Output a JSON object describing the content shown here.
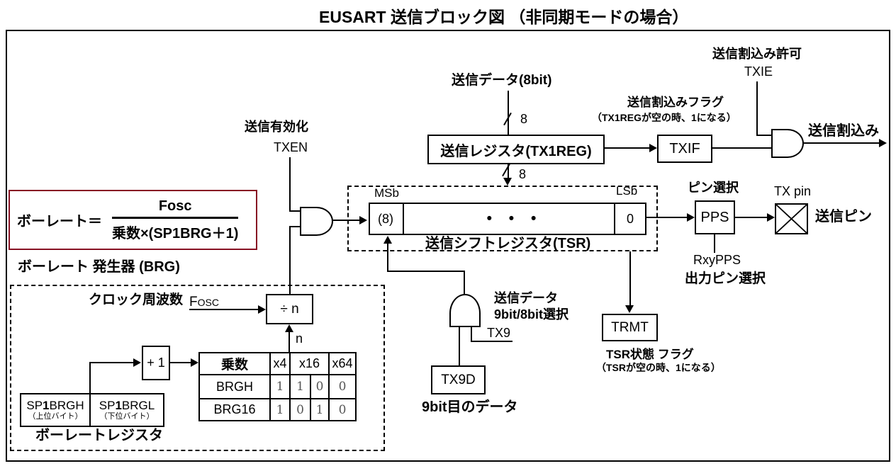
{
  "title": "EUSART 送信ブロック図 （非同期モードの場合）",
  "colors": {
    "formula_border": "#871223",
    "line": "#000000"
  },
  "tx_data": {
    "label": "送信データ(8bit)",
    "bus_top": "8",
    "bus_bottom": "8"
  },
  "txreg": {
    "label": "送信レジスタ(TX1REG)"
  },
  "enable": {
    "title": "送信有効化",
    "signal": "TXEN"
  },
  "interrupt": {
    "flag_title": "送信割込みフラグ",
    "flag_note": "（TX1REGが空の時、1になる）",
    "txif": "TXIF",
    "enable_title": "送信割込み許可",
    "txie": "TXIE",
    "output": "送信割込み"
  },
  "tsr": {
    "msb": "MSb",
    "lsb": "LSb",
    "cell8": "(8)",
    "dots": "• • •",
    "cell0": "0",
    "label": "送信シフトレジスタ(TSR)"
  },
  "pin": {
    "select_title": "ピン選択",
    "pps": "PPS",
    "txpin": "TX pin",
    "label": "送信ピン",
    "rxypps": "RxyPPS",
    "out_select": "出力ピン選択"
  },
  "trmt": {
    "box": "TRMT",
    "title": "TSR状態 フラグ",
    "note": "（TSRが空の時、1になる）"
  },
  "ninth": {
    "line1": "送信データ",
    "line2": "9bit/8bit選択",
    "tx9": "TX9",
    "tx9d": "TX9D",
    "caption": "9bit目のデータ"
  },
  "formula": {
    "lhs": "ボーレート＝",
    "num": "Fosc",
    "den": "乗数×(SP1BRG＋1)"
  },
  "brg": {
    "title": "ボーレート 発生器 (BRG)",
    "clock": "クロック周波数",
    "fosc_f": "F",
    "fosc_sub": "OSC",
    "divn": "÷ n",
    "n": "n",
    "plus1": "+ 1",
    "table": {
      "h_mult": "乗数",
      "h_x4": "x4",
      "h_x16": "x16",
      "h_x64": "x64",
      "rows": [
        {
          "label": "BRGH",
          "v": [
            "1",
            "1",
            "0",
            "0"
          ]
        },
        {
          "label": "BRG16",
          "v": [
            "1",
            "0",
            "1",
            "0"
          ]
        }
      ]
    },
    "brgh_box": {
      "pre": "SP",
      "bold": "1",
      "post": "BRGH",
      "sub": "（上位バイト）"
    },
    "brgl_box": {
      "pre": "SP",
      "bold": "1",
      "post": "BRGL",
      "sub": "（下位バイト）"
    },
    "caption": "ボーレートレジスタ"
  }
}
